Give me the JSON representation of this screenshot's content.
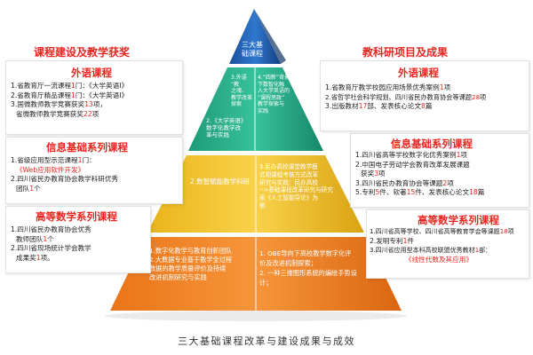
{
  "left": {
    "title": "课程建设及教学获奖",
    "foreign": {
      "title": "外语课程",
      "lines": [
        [
          "1.省教育厅一流课程",
          "1",
          "门：《大学英语I》"
        ],
        [
          "2.省教育厅精品课程",
          "1",
          "门：《大学英语I》"
        ],
        [
          "3.国微教师教学竞赛获奖",
          "13",
          "项，"
        ],
        [
          "省微教师教学竞赛获奖",
          "22",
          "项"
        ]
      ]
    },
    "info": {
      "title": "信息基础系列课程",
      "lines": [
        [
          "1.省级应用型示范课程",
          "1",
          "门："
        ],
        [
          "《Web应用软件开发》",
          "",
          ""
        ],
        [
          "2.四川省民办教育协会教学科研优秀",
          "",
          ""
        ],
        [
          "团队",
          "1",
          "个"
        ]
      ]
    },
    "math": {
      "title": "高等数学系列课程",
      "lines": [
        [
          "1.四川省民办教育协会优秀",
          "",
          ""
        ],
        [
          "教师团队",
          "1",
          "个"
        ],
        [
          "2.四川省现场统计学会教学",
          "",
          ""
        ],
        [
          "成果奖",
          "1",
          "项。"
        ]
      ]
    }
  },
  "right": {
    "title": "教科研项目及成果",
    "foreign": {
      "title": "外语课程",
      "lines": [
        [
          "1.省教育厅教学校园应用场景优秀案例",
          "1",
          "项"
        ],
        [
          "2.省哲学社会科学规划、四川省民办教育协会等课题",
          "28",
          "项"
        ],
        [
          "3.出版教材",
          "17",
          "部、发表核心论文",
          "8",
          "篇"
        ]
      ]
    },
    "info": {
      "title": "信息基础系列课程",
      "lines": [
        [
          "1.四川省高等学校数字化优秀案例",
          "1",
          "项"
        ],
        [
          "2.中国电子劳动学会教育改革发展课题",
          "",
          ""
        ],
        [
          "获奖",
          "3",
          "项"
        ],
        [
          "3.四川省民办教育协会等课题",
          "2",
          "项"
        ],
        [
          "5.专利",
          "5",
          "件、软著",
          "15",
          "件、发表核心论文",
          "18",
          "篇"
        ]
      ]
    },
    "math": {
      "title": "高等数学系列课程",
      "lines": [
        [
          "1.四川省高等学校、四川省高等教育学会等课题",
          "18",
          "项"
        ],
        [
          "2.发明专利",
          "1",
          "件"
        ],
        [
          "3.四川省应用型本科高校联盟优秀教材",
          "1",
          "部："
        ],
        [
          "《线性代数及其应用》",
          "",
          ""
        ]
      ]
    }
  },
  "pyramid": {
    "top": [
      "三大基",
      "础课程"
    ],
    "tier2_left": [
      "3.外语",
      "“教",
      "之魂、",
      "教",
      "做",
      "之",
      "能",
      "”",
      "教学改革",
      "探索"
    ],
    "tier2_right": [
      "4.“四新”背景",
      "下数智化融",
      "入大学英语的",
      "“课程思政”",
      "教学探索与",
      "实践"
    ],
    "tier2_mid": [
      "2.《大学英语》",
      "数字化教学改",
      "革与实践"
    ],
    "tier3_left": [
      "2.数智赋能教学科研"
    ],
    "tier3_right": [
      "3.民办高校课堂教学模",
      "式和课程考核方式改革",
      "研究与实践：民办高校",
      "-->基础课程改革研究与研究",
      "索《人工智能导论》为",
      "例"
    ],
    "tier4_left": [
      "1.数字化教学与教育创新团队",
      "2.大数据专业基于教学全过程",
      "数据的教学质量评价及持续",
      "改进机制研究与实践"
    ],
    "tier4_right": [
      "1. OBE导向下高校教学数字化评",
      "价及改进机制探索；",
      "2. 一种三维图形系统的编绘手势设",
      "计；"
    ]
  },
  "caption": "三大基础课程改革与建设成果与成效",
  "colors": {
    "red": "#e8251f",
    "top": "#1d5aa8",
    "tier2": "#2db18b",
    "tier3": "#f5c52b",
    "tier4": "#f07f22"
  }
}
